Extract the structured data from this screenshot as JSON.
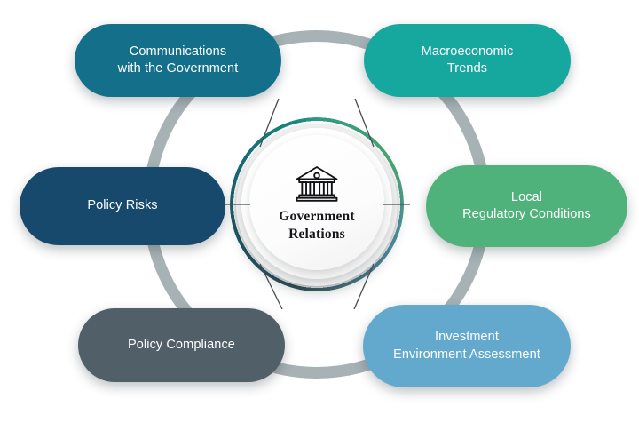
{
  "diagram": {
    "type": "hub-and-spoke-circular",
    "center": {
      "label_line1": "Government",
      "label_line2": "Relations",
      "icon": "bank-building-icon"
    },
    "ring": {
      "outer_color": "#a7b2b5",
      "accent_gradient": [
        "#17897f",
        "#2e9b87",
        "#4aa86f",
        "#4e90a8",
        "#2f4f57",
        "#1c5566"
      ]
    },
    "nodes": [
      {
        "id": "communications-with-the-government",
        "line1": "Communications",
        "line2": "with the Government",
        "color": "#14708a",
        "position": "top-left"
      },
      {
        "id": "macroeconomic-trends",
        "line1": "Macroeconomic",
        "line2": "Trends",
        "color": "#16a79f",
        "position": "top-right"
      },
      {
        "id": "policy-risks",
        "line1": "Policy Risks",
        "line2": "",
        "color": "#16496b",
        "position": "left"
      },
      {
        "id": "local-regulatory-conditions",
        "line1": "Local",
        "line2": "Regulatory Conditions",
        "color": "#4fb27b",
        "position": "right"
      },
      {
        "id": "policy-compliance",
        "line1": "Policy Compliance",
        "line2": "",
        "color": "#515f68",
        "position": "bottom-left"
      },
      {
        "id": "investment-environment-assessment",
        "line1": "Investment",
        "line2": "Environment Assessment",
        "color": "#63a8cd",
        "position": "bottom-right"
      }
    ]
  }
}
